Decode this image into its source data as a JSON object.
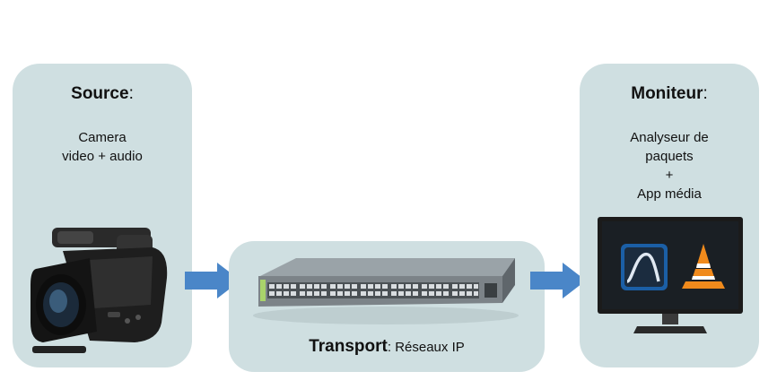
{
  "source": {
    "title": "Source",
    "title_suffix": ":",
    "lines": [
      "Camera",
      "video + audio"
    ],
    "icon": "video-camera-icon"
  },
  "transport": {
    "title": "Transport",
    "title_suffix": ": Réseaux IP",
    "icon": "network-switch-icon"
  },
  "monitor": {
    "title": "Moniteur",
    "title_suffix": ":",
    "lines": [
      "Analyseur de",
      "paquets",
      "+",
      "App média"
    ],
    "icon": "desktop-monitor-icon",
    "apps": [
      "wireshark-icon",
      "vlc-icon"
    ]
  },
  "colors": {
    "panel": "#cfdfe1",
    "arrow": "#4a86c8",
    "vlc": "#f08a1c",
    "wireshark": "#1b5fa6"
  }
}
